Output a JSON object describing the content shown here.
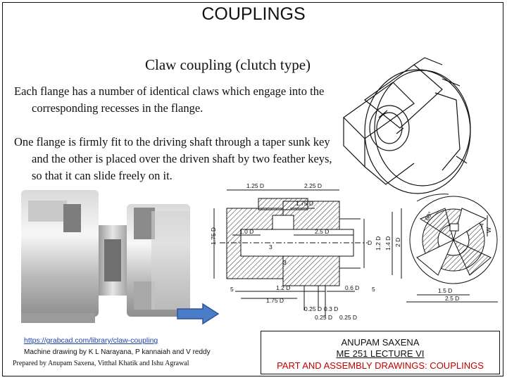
{
  "title": "COUPLINGS",
  "subtitle": "Claw coupling (clutch type)",
  "paragraphs": [
    "Each flange has a number of identical claws which engage into the corresponding recesses in the flange.",
    "One flange is firmly fit to the driving shaft through a taper sunk key and the other is placed over the driven shaft by two feather keys, so that it can slide freely on it."
  ],
  "references": {
    "link": "https://grabcad.com/library/claw-coupling",
    "book": "Machine drawing by K L Narayana, P kannaiah and V reddy",
    "prepared": "Prepared by Anupam Saxena, Vitthal Khatik and Ishu Agrawal"
  },
  "credit": {
    "name": "ANUPAM SAXENA",
    "course": "ME 251 LECTURE VI",
    "topic": "PART AND ASSEMBLY DRAWINGS: COUPLINGS"
  },
  "dimensions": {
    "top_left": "1.25 D",
    "top_mid": "2.25 D",
    "top_small": "1.75 D",
    "left_vert": "1.75 D",
    "inner_left": "1.0 D",
    "inner_mid": "2.5 D",
    "d_label": "D",
    "v1": "1.2 D",
    "v2": "1.4 D",
    "v3": "2 D",
    "three_a": "3",
    "three_b": "3",
    "five_left": "5",
    "five_right": "5",
    "bot_12": "1.2 D",
    "bot_175": "1.75 D",
    "bot_06": "0.6 D",
    "bot_025a": "0.25 D",
    "bot_03": "0.3 D",
    "bot_025b": "0.25 D",
    "bot_025c": "0.25 D",
    "angle": "60°",
    "t": "T",
    "w": "W",
    "end_15": "1.5 D",
    "end_25": "2.5 D"
  },
  "colors": {
    "link": "#1a3fb0",
    "topic": "#c00000",
    "arrow": "#4a7cc7"
  }
}
